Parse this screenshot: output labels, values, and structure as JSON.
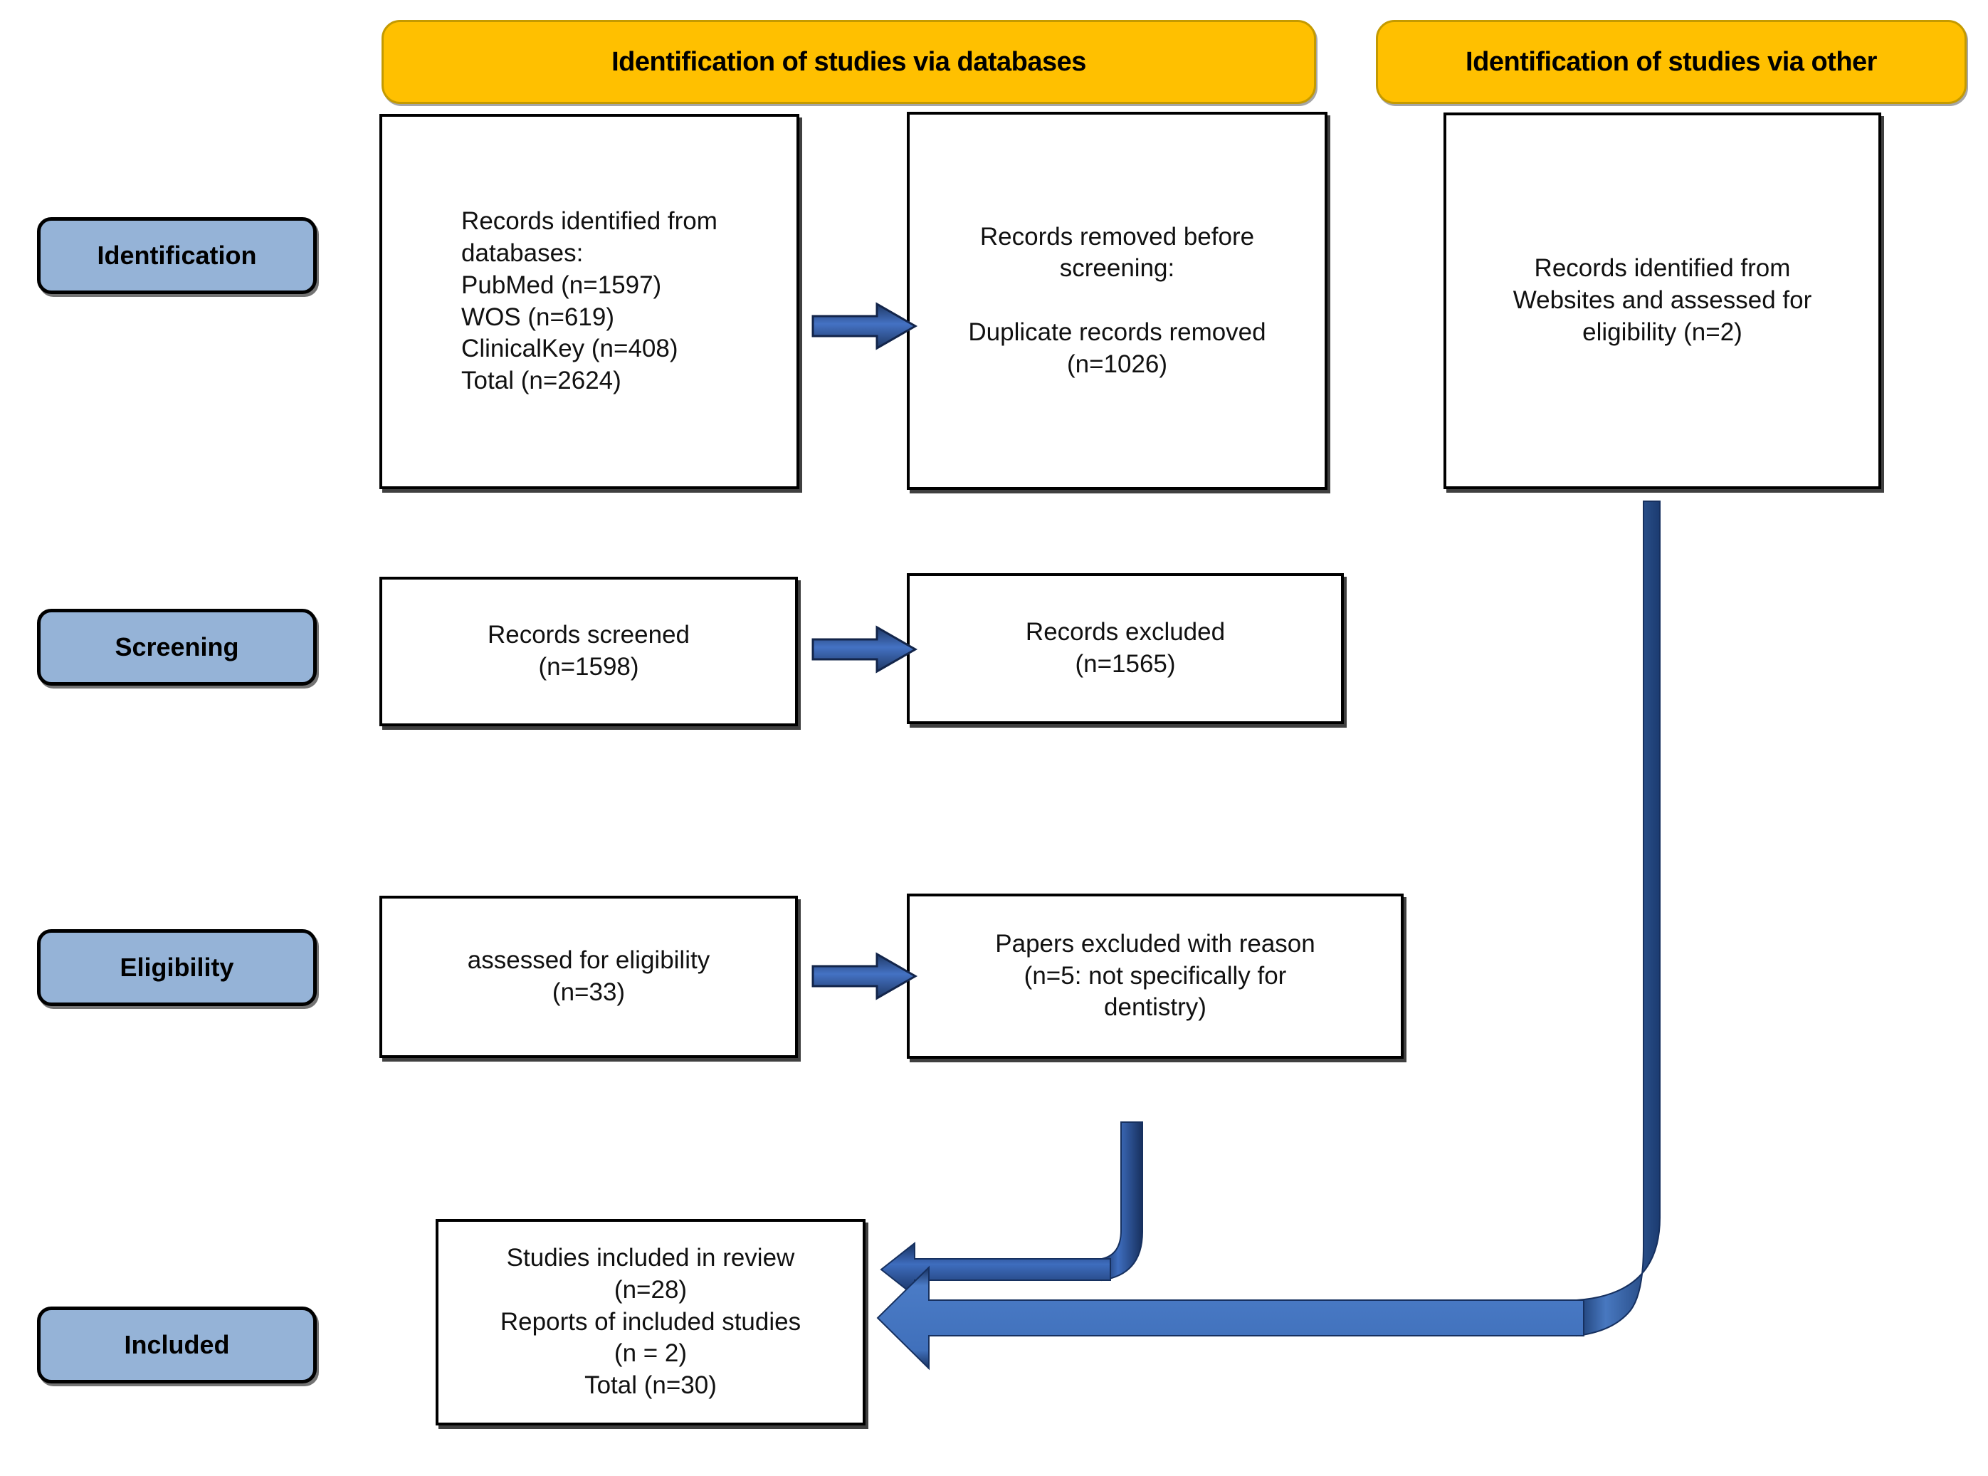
{
  "diagram": {
    "title": "PRISMA study selection flow diagram",
    "colors": {
      "banner_fill": "#FFC000",
      "banner_border": "#C49A00",
      "pill_fill": "#95B3D7",
      "box_border": "#000000",
      "arrow_dark": "#1F3864",
      "arrow_mid": "#2E5FA3",
      "arrow_light": "#4472C4",
      "connector_blue": "#3D6FB5"
    },
    "banners": [
      {
        "id": "databases",
        "label": "Identification of studies via databases"
      },
      {
        "id": "other",
        "label": "Identification of studies via other"
      }
    ],
    "stages": [
      {
        "id": "identification",
        "label": "Identification"
      },
      {
        "id": "screening",
        "label": "Screening"
      },
      {
        "id": "eligibility",
        "label": "Eligibility"
      },
      {
        "id": "included",
        "label": "Included"
      }
    ],
    "boxes": [
      {
        "id": "records-identified-databases",
        "text": "Records identified from\ndatabases:\nPubMed (n=1597)\nWOS (n=619)\nClinicalKey (n=408)\nTotal (n=2624)"
      },
      {
        "id": "records-removed-before-screening",
        "text": "Records removed before\nscreening:\n\nDuplicate records removed\n(n=1026)"
      },
      {
        "id": "records-identified-websites",
        "text": "Records identified from\nWebsites and assessed for\neligibility (n=2)"
      },
      {
        "id": "records-screened",
        "text": "Records screened\n(n=1598)"
      },
      {
        "id": "records-excluded",
        "text": "Records excluded\n(n=1565)"
      },
      {
        "id": "assessed-for-eligibility",
        "text": "assessed for eligibility\n(n=33)"
      },
      {
        "id": "papers-excluded-with-reason",
        "text": "Papers excluded with reason\n(n=5: not specifically for\ndentistry)"
      },
      {
        "id": "studies-included",
        "text": "Studies included in review\n(n=28)\nReports of included studies\n(n = 2)\nTotal (n=30)"
      }
    ],
    "arrows": [
      {
        "id": "arrow-identification-to-removed",
        "direction": "right"
      },
      {
        "id": "arrow-screened-to-excluded",
        "direction": "right"
      },
      {
        "id": "arrow-eligibility-to-papers-excluded",
        "direction": "right"
      },
      {
        "id": "connector-eligibility-to-included",
        "direction": "down-left"
      },
      {
        "id": "connector-websites-to-included",
        "direction": "down-left"
      }
    ]
  }
}
